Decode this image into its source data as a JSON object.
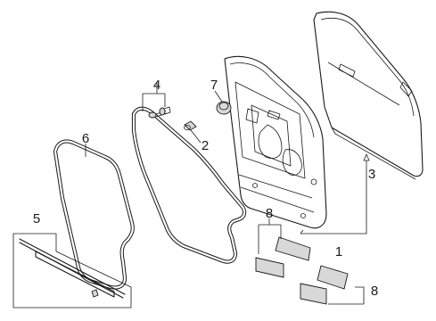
{
  "callouts": {
    "door_shell": "1",
    "bumper": "2",
    "outer_panel": "3",
    "retainers": "4",
    "sill_seal": "5",
    "weatherstrip": "6",
    "plug": "7",
    "silencer_upper": "8",
    "silencer_lower": "8"
  }
}
